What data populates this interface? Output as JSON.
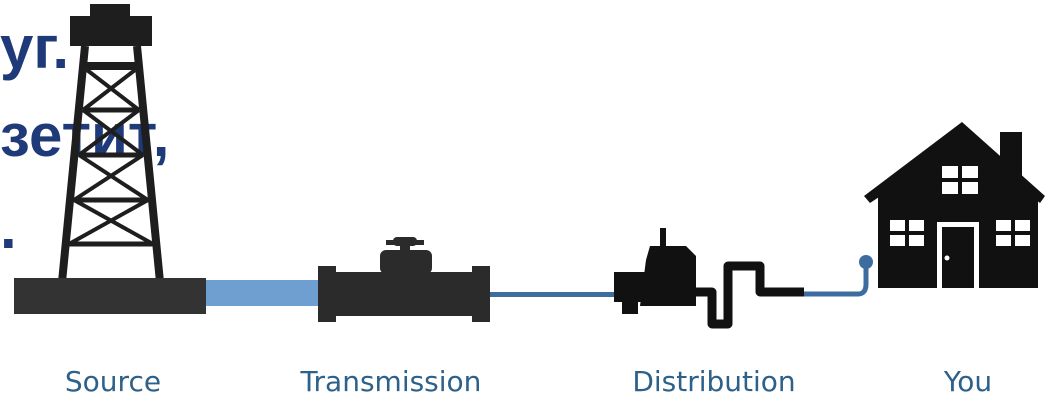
{
  "background_text": {
    "line1": "уг.",
    "line2": "зетит,",
    "line3": "."
  },
  "labels": {
    "source": "Source",
    "transmission": "Transmission",
    "distribution": "Distribution",
    "you": "You"
  },
  "colors": {
    "text_dark_blue": "#1f3a78",
    "label_blue": "#2e6189",
    "pipe_blue": "#6f9fd0",
    "line_blue": "#3d6d9e",
    "icon_dark": "#1e1e1e"
  },
  "icons": {
    "source": "oil-derrick-icon",
    "transmission": "pipeline-valve-icon",
    "distribution": "regulator-station-icon",
    "you": "house-icon"
  }
}
